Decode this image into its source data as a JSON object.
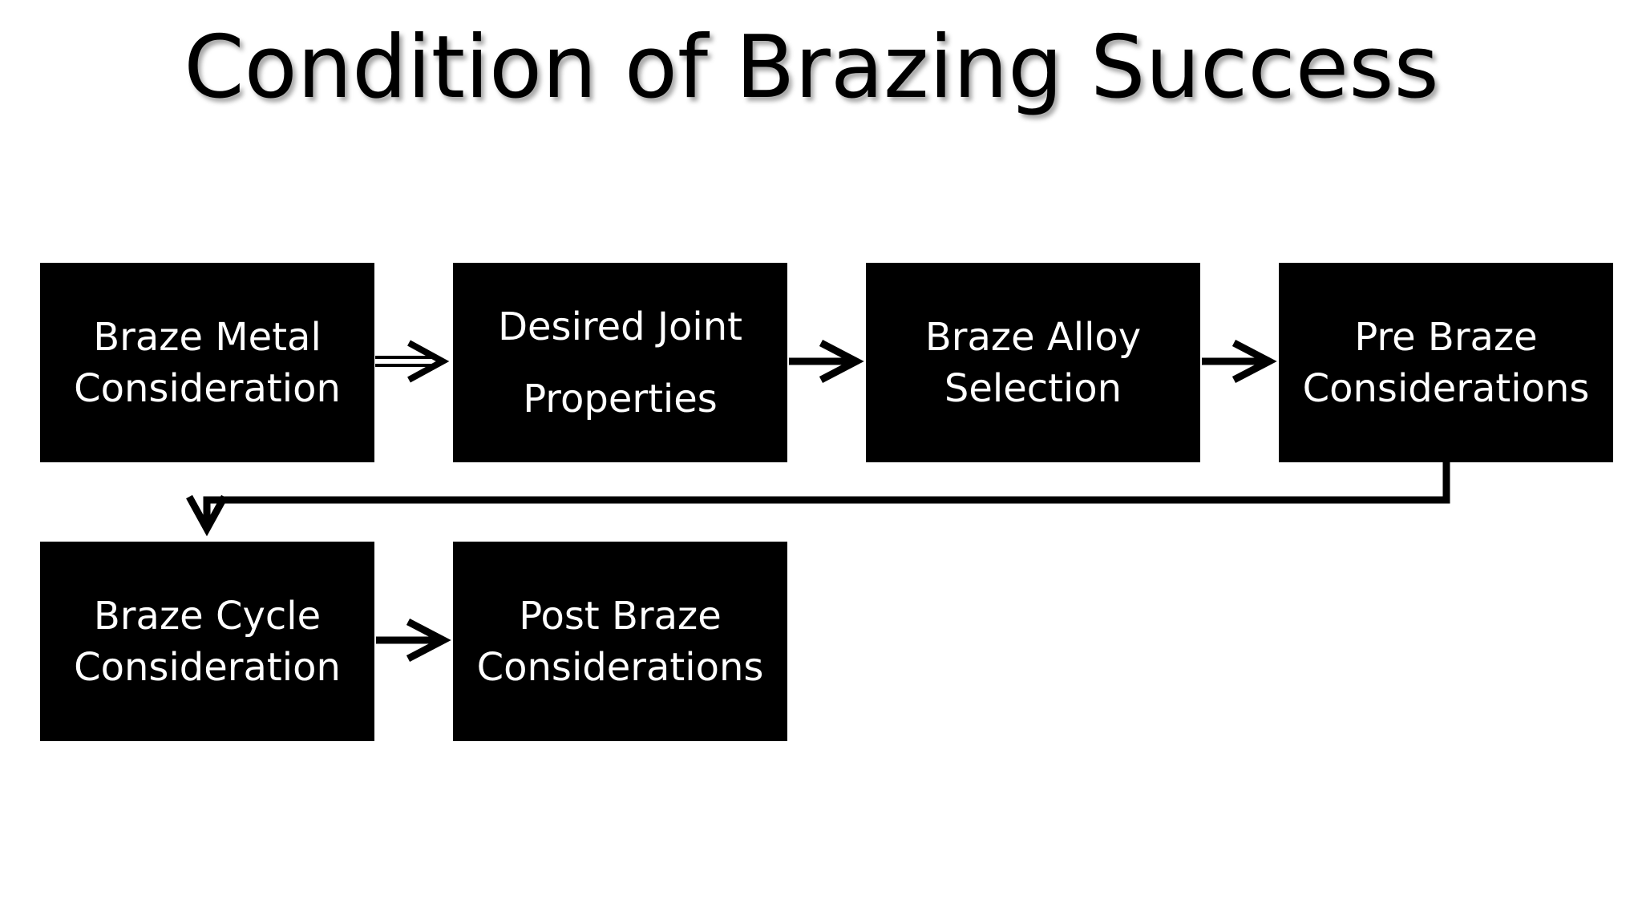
{
  "title": "Condition of Brazing Success",
  "boxes": [
    {
      "lines": [
        "Braze Metal",
        "Consideration"
      ]
    },
    {
      "lines": [
        "Desired Joint",
        "Properties"
      ]
    },
    {
      "lines": [
        "Braze Alloy",
        "Selection"
      ]
    },
    {
      "lines": [
        "Pre Braze",
        "Considerations"
      ]
    },
    {
      "lines": [
        "Braze Cycle",
        "Consideration"
      ]
    },
    {
      "lines": [
        "Post Braze",
        "Considerations"
      ]
    }
  ],
  "colors": {
    "box_fill": "#000000",
    "box_text": "#ffffff",
    "arrow": "#000000",
    "background": "#ffffff"
  },
  "icons": [
    "arrow-right-icon",
    "arrow-down-icon"
  ]
}
